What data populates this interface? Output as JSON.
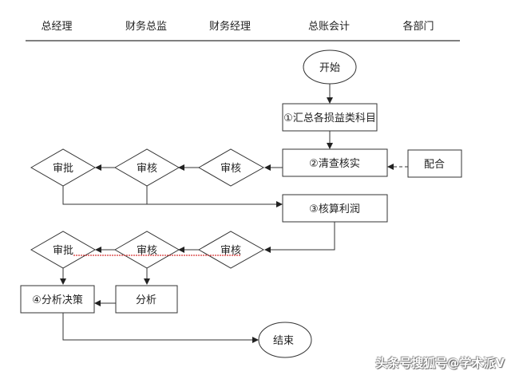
{
  "lanes": [
    "总经理",
    "财务总监",
    "财务经理",
    "总账会计",
    "各部门"
  ],
  "nodes": {
    "start": "开始",
    "step1": "①汇总各损益类科目",
    "step2": "②清查核实",
    "cooperate": "配合",
    "approve1": "审批",
    "review1a": "审核",
    "review1b": "审核",
    "step3": "③核算利润",
    "approve2": "审批",
    "review2a": "审核",
    "review2b": "审核",
    "step4": "④分析决策",
    "analyze": "分析",
    "end": "结束"
  },
  "watermark": "头条号搜狐号@学术派V",
  "colors": {
    "line": "#333333",
    "highlight": "#cc0000"
  }
}
